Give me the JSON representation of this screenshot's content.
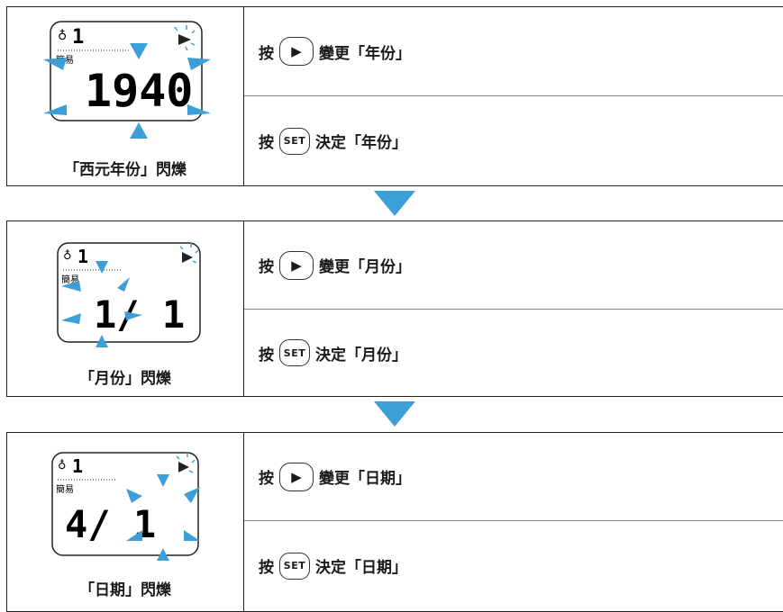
{
  "colors": {
    "accent": "#3d9fd8",
    "border": "#222222"
  },
  "steps": [
    {
      "display": {
        "user_no": "1",
        "mode": "簡易",
        "value": "1940"
      },
      "caption": "「西元年份」閃爍",
      "actions": [
        {
          "prefix": "按",
          "button": "▶",
          "button_icon": "play-icon",
          "text": "變更「年份」"
        },
        {
          "prefix": "按",
          "button": "SET",
          "button_icon": "set-icon",
          "text": "決定「年份」"
        }
      ]
    },
    {
      "display": {
        "user_no": "1",
        "mode": "簡易",
        "value": "1/ 1"
      },
      "caption": "「月份」閃爍",
      "actions": [
        {
          "prefix": "按",
          "button": "▶",
          "button_icon": "play-icon",
          "text": "變更「月份」"
        },
        {
          "prefix": "按",
          "button": "SET",
          "button_icon": "set-icon",
          "text": "決定「月份」"
        }
      ]
    },
    {
      "display": {
        "user_no": "1",
        "mode": "簡易",
        "value": "4/ 1"
      },
      "caption": "「日期」閃爍",
      "actions": [
        {
          "prefix": "按",
          "button": "▶",
          "button_icon": "play-icon",
          "text": "變更「日期」"
        },
        {
          "prefix": "按",
          "button": "SET",
          "button_icon": "set-icon",
          "text": "決定「日期」"
        }
      ]
    }
  ]
}
